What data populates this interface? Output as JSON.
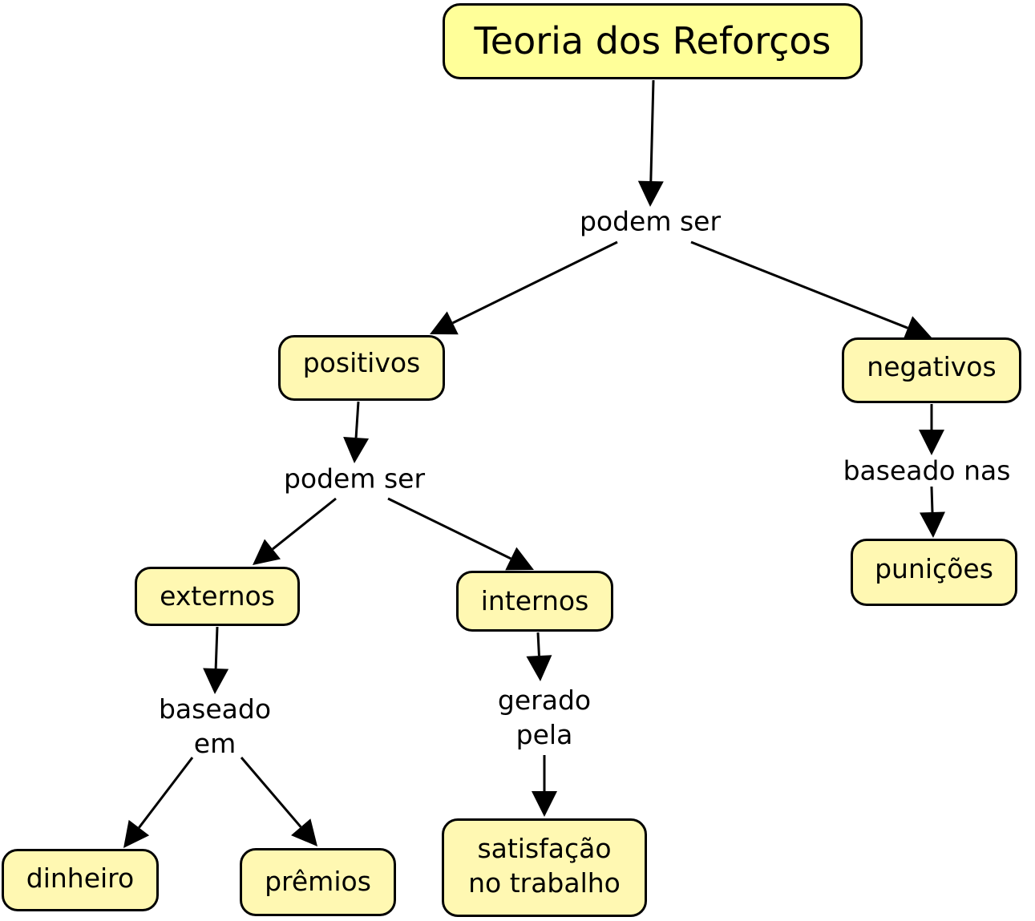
{
  "diagram": {
    "type": "concept-map",
    "colors": {
      "node_fill": "#fff8b2",
      "root_fill": "#ffff99",
      "stroke": "#000000"
    },
    "concepts": [
      {
        "id": "teoria",
        "label": "Teoria dos Reforços",
        "root": true
      },
      {
        "id": "positivos",
        "label": "positivos"
      },
      {
        "id": "negativos",
        "label": "negativos"
      },
      {
        "id": "externos",
        "label": "externos"
      },
      {
        "id": "internos",
        "label": "internos"
      },
      {
        "id": "punicoes",
        "label": "punições"
      },
      {
        "id": "dinheiro",
        "label": "dinheiro"
      },
      {
        "id": "premios",
        "label": "prêmios"
      },
      {
        "id": "satisfacao",
        "label": "satisfação\nno trabalho"
      }
    ],
    "linking_phrases": [
      {
        "id": "l1",
        "label": "podem ser"
      },
      {
        "id": "l2",
        "label": "podem ser"
      },
      {
        "id": "l3",
        "label": "baseado nas"
      },
      {
        "id": "l4",
        "label": "baseado\nem"
      },
      {
        "id": "l5",
        "label": "gerado\npela"
      }
    ],
    "connections": [
      {
        "from": "teoria",
        "to": "l1"
      },
      {
        "from": "l1",
        "to": "positivos"
      },
      {
        "from": "l1",
        "to": "negativos"
      },
      {
        "from": "positivos",
        "to": "l2"
      },
      {
        "from": "l2",
        "to": "externos"
      },
      {
        "from": "l2",
        "to": "internos"
      },
      {
        "from": "negativos",
        "to": "l3"
      },
      {
        "from": "l3",
        "to": "punicoes"
      },
      {
        "from": "externos",
        "to": "l4"
      },
      {
        "from": "l4",
        "to": "dinheiro"
      },
      {
        "from": "l4",
        "to": "premios"
      },
      {
        "from": "internos",
        "to": "l5"
      },
      {
        "from": "l5",
        "to": "satisfacao"
      }
    ]
  }
}
